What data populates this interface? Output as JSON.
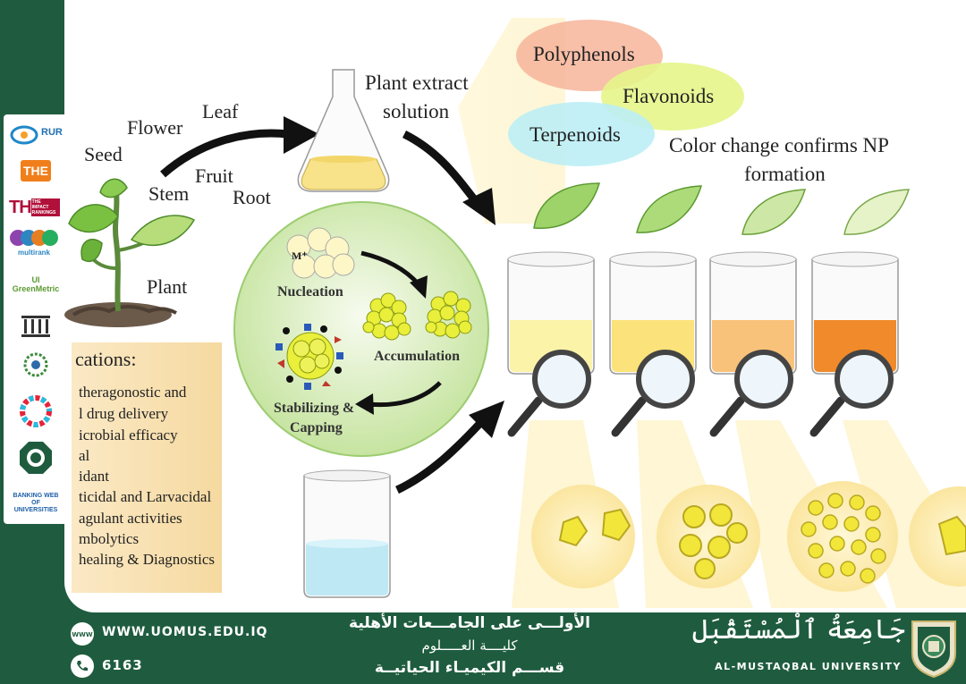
{
  "diagram": {
    "plant_parts": [
      "Seed",
      "Flower",
      "Leaf",
      "Stem",
      "Fruit",
      "Root"
    ],
    "plant_label": "Plant",
    "extract_label_line1": "Plant extract",
    "extract_label_line2": "solution",
    "phytochemicals": [
      "Polyphenols",
      "Flavonoids",
      "Terpenoids"
    ],
    "color_change_line1": "Color change confirms NP",
    "color_change_line2": "formation",
    "metal_ion": "M⁺",
    "stages": {
      "nucleation": "Nucleation",
      "accumulation": "Accumulation",
      "stabilizing_line1": "Stabilizing &",
      "stabilizing_line2": "Capping"
    },
    "applications_title": "cations:",
    "applications": [
      "theragonostic and",
      "l drug delivery",
      "icrobial efficacy",
      "al",
      "idant",
      "ticidal and Larvacidal",
      "agulant activities",
      "mbolytics",
      "healing & Diagnostics"
    ],
    "beaker_colors": [
      "#fbf3a8",
      "#fbe27a",
      "#f9c27a",
      "#f08a2a"
    ]
  },
  "footer": {
    "website": "WWW.UOMUS.EDU.IQ",
    "phone": "6163",
    "arabic_line1": "الأولـــى على الجامـــعات الأهلية",
    "arabic_line2": "كليــــة العـــــلوم",
    "arabic_line3": "قســـم الكيميـاء الحياتيــة",
    "university_arabic": "جَامِعَةُ ٱلْمُسْتَقْبَل",
    "university_english": "AL-MUSTAQBAL UNIVERSITY"
  },
  "side_logos": [
    "RUR",
    "THE",
    "THE IMPACT RANKINGS",
    "multirank",
    "UI GreenMetric",
    "UNIVERSITY",
    "ARAB UNIVERSITIES",
    "SDGs",
    "FEDERATION OF ARAB ENGINEERS",
    "BANKING WEB OF UNIVERSITIES"
  ]
}
